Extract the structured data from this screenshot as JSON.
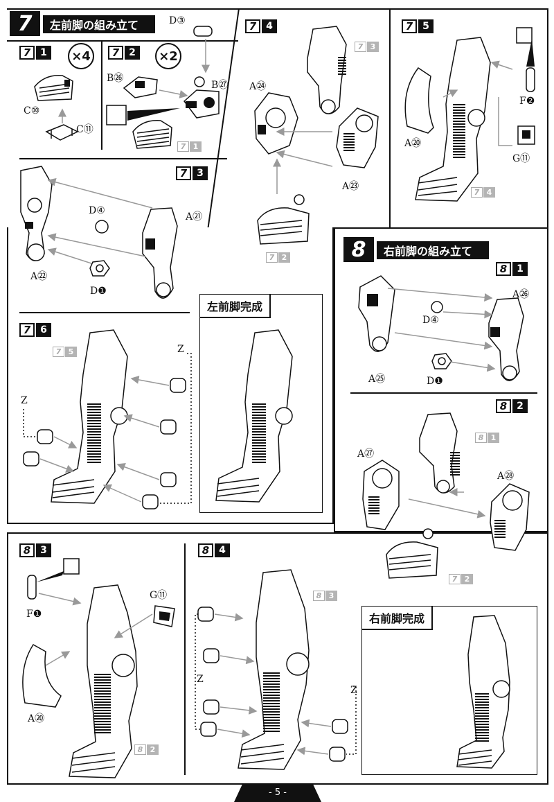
{
  "page": {
    "number": "- 5 -"
  },
  "section7": {
    "number": "7",
    "title": "左前脚の組み立て",
    "steps": [
      {
        "id": "7-1",
        "major": "7",
        "minor": "1",
        "multiplier": "×4",
        "parts": [
          "C⑩",
          "C⑪"
        ],
        "ref": null
      },
      {
        "id": "7-2",
        "major": "7",
        "minor": "2",
        "multiplier": "×2",
        "parts": [
          "B㉖",
          "B㉗",
          "D③"
        ],
        "ref": {
          "major": "7",
          "minor": "1"
        }
      },
      {
        "id": "7-3",
        "major": "7",
        "minor": "3",
        "parts": [
          "A㉑",
          "D④",
          "A㉒",
          "D❶"
        ],
        "ref": null
      },
      {
        "id": "7-4",
        "major": "7",
        "minor": "4",
        "parts": [
          "A㉔",
          "A㉓"
        ],
        "ref": {
          "major": "7",
          "minor": "3"
        },
        "ref2": {
          "major": "7",
          "minor": "2"
        }
      },
      {
        "id": "7-5",
        "major": "7",
        "minor": "5",
        "parts": [
          "F❷",
          "A⑳",
          "G⑪"
        ],
        "ref": {
          "major": "7",
          "minor": "4"
        }
      },
      {
        "id": "7-6",
        "major": "7",
        "minor": "6",
        "parts": [
          "Z",
          "Z"
        ],
        "ref": {
          "major": "7",
          "minor": "5"
        }
      }
    ],
    "complete_label": "左前脚完成"
  },
  "section8": {
    "number": "8",
    "title": "右前脚の組み立て",
    "steps": [
      {
        "id": "8-1",
        "major": "8",
        "minor": "1",
        "parts": [
          "A㉖",
          "D④",
          "A㉕",
          "D❶"
        ],
        "ref": null
      },
      {
        "id": "8-2",
        "major": "8",
        "minor": "2",
        "parts": [
          "A㉗",
          "A㉘"
        ],
        "ref": {
          "major": "8",
          "minor": "1"
        },
        "ref2": {
          "major": "7",
          "minor": "2"
        }
      },
      {
        "id": "8-3",
        "major": "8",
        "minor": "3",
        "parts": [
          "F❶",
          "G⑪",
          "A⑳"
        ],
        "ref": {
          "major": "8",
          "minor": "2"
        }
      },
      {
        "id": "8-4",
        "major": "8",
        "minor": "4",
        "parts": [
          "Z",
          "Z"
        ],
        "ref": {
          "major": "8",
          "minor": "3"
        }
      }
    ],
    "complete_label": "右前脚完成"
  }
}
